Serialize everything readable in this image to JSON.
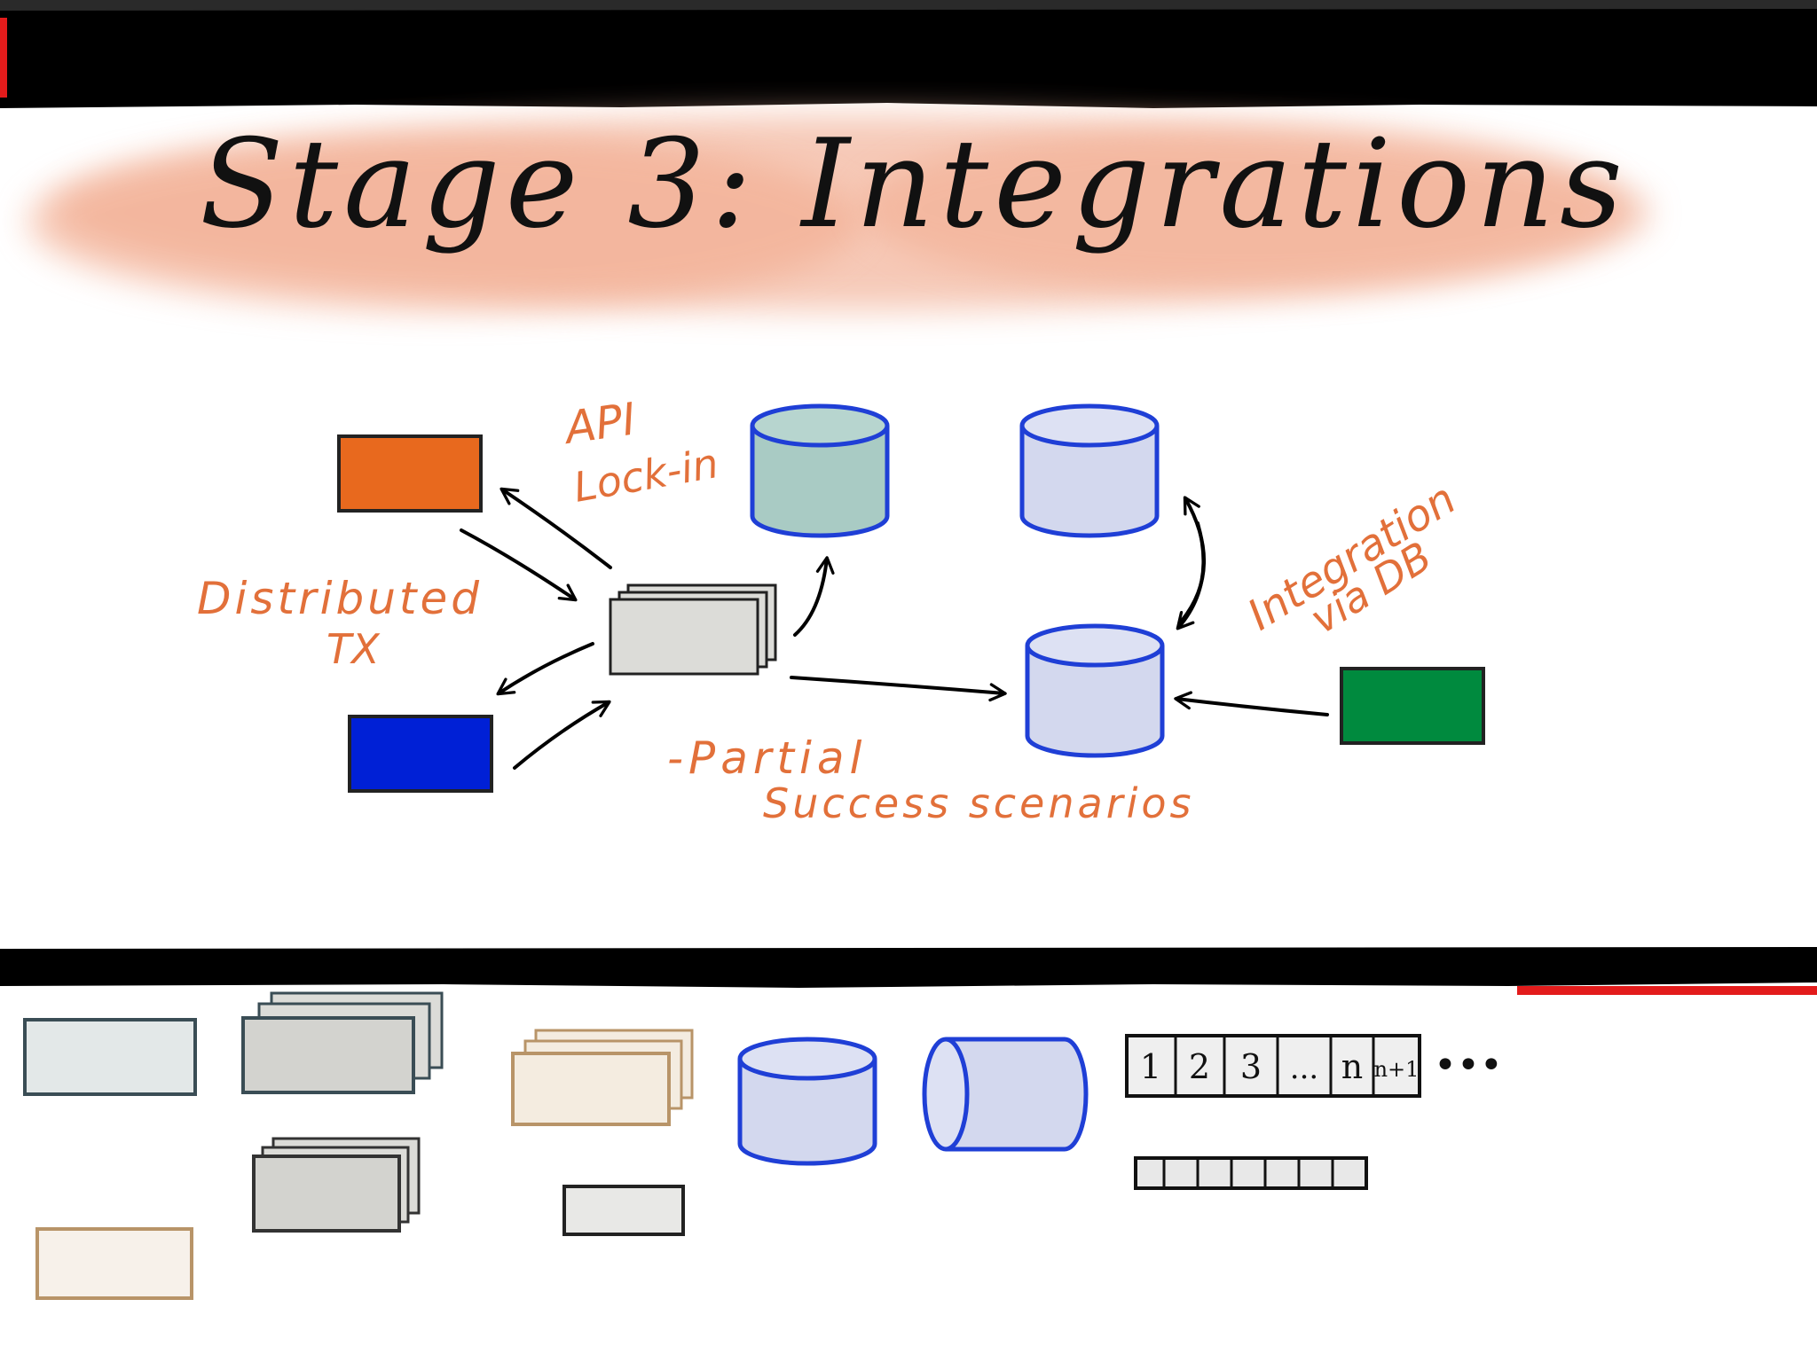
{
  "title": "Stage 3: Integrations",
  "annotations": {
    "api_lock_in_line1": "API",
    "api_lock_in_line2": "Lock-in",
    "distributed_tx_line1": "Distributed",
    "distributed_tx_line2": "TX",
    "integration_via_db_line1": "Integration",
    "integration_via_db_line2": "via DB",
    "partial_success_line1": "-Partial",
    "partial_success_line2": "Success scenarios"
  },
  "palette_queue_cells": [
    "1",
    "2",
    "3",
    "...",
    "n",
    "n+1"
  ],
  "palette_queue_more": "•••",
  "colors": {
    "title_highlight": "#f3b8a0",
    "annotation": "#e2703a",
    "service_orange": "#e8691e",
    "service_blue": "#0020d6",
    "service_green": "#008a3e",
    "db_teal": "#a9cbc4",
    "db_lavender": "#d3d8ee",
    "db_stroke": "#1f3fd6",
    "frame_black": "#000000",
    "accent_red": "#e31b1b"
  }
}
